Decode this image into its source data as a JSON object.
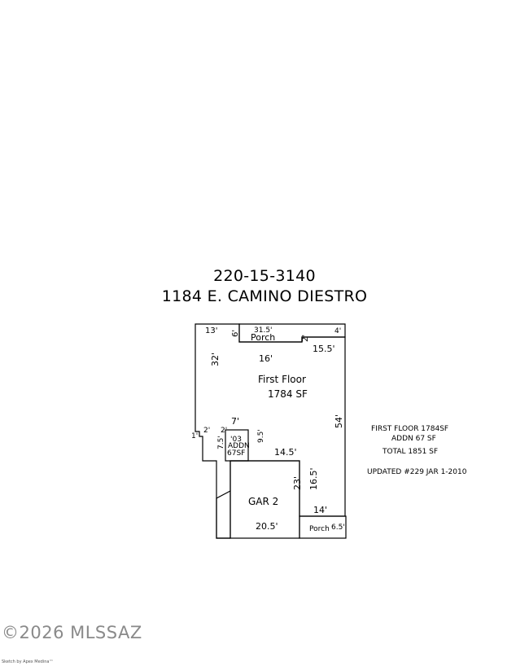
{
  "header": {
    "parcel": "220-15-3140",
    "address": "1184 E. CAMINO DIESTRO"
  },
  "sketch": {
    "areas": {
      "first_floor_name": "First Floor",
      "first_floor_sf": "1784 SF",
      "garage": "GAR 2",
      "porch_top": "Porch",
      "porch_bottom": "Porch",
      "addn_year": "'03",
      "addn_name": "ADDN",
      "addn_sf": "67SF"
    },
    "dimensions": {
      "d13": "13'",
      "d315": "31.5'",
      "d4": "4'",
      "d6": "6'",
      "d2_top": "2'",
      "d155": "15.5'",
      "d16": "16'",
      "d32": "32'",
      "d54": "54'",
      "d7": "7'",
      "d2_left": "2'",
      "d2_addn": "2'",
      "d1": "1'",
      "d75": "7.5'",
      "d95": "9.5'",
      "d145": "14.5'",
      "d23": "23'",
      "d165": "16.5'",
      "d14": "14'",
      "d205": "20.5'",
      "d65": "6.5'"
    }
  },
  "notes": {
    "first_floor": "FIRST FLOOR 1784SF",
    "addn": "ADDN 67 SF",
    "total": "TOTAL 1851 SF",
    "updated": "UPDATED #229  JAR  1-2010"
  },
  "footer": {
    "watermark": "©2026 MLSSAZ",
    "credit": "Sketch by Apex Medina™"
  }
}
